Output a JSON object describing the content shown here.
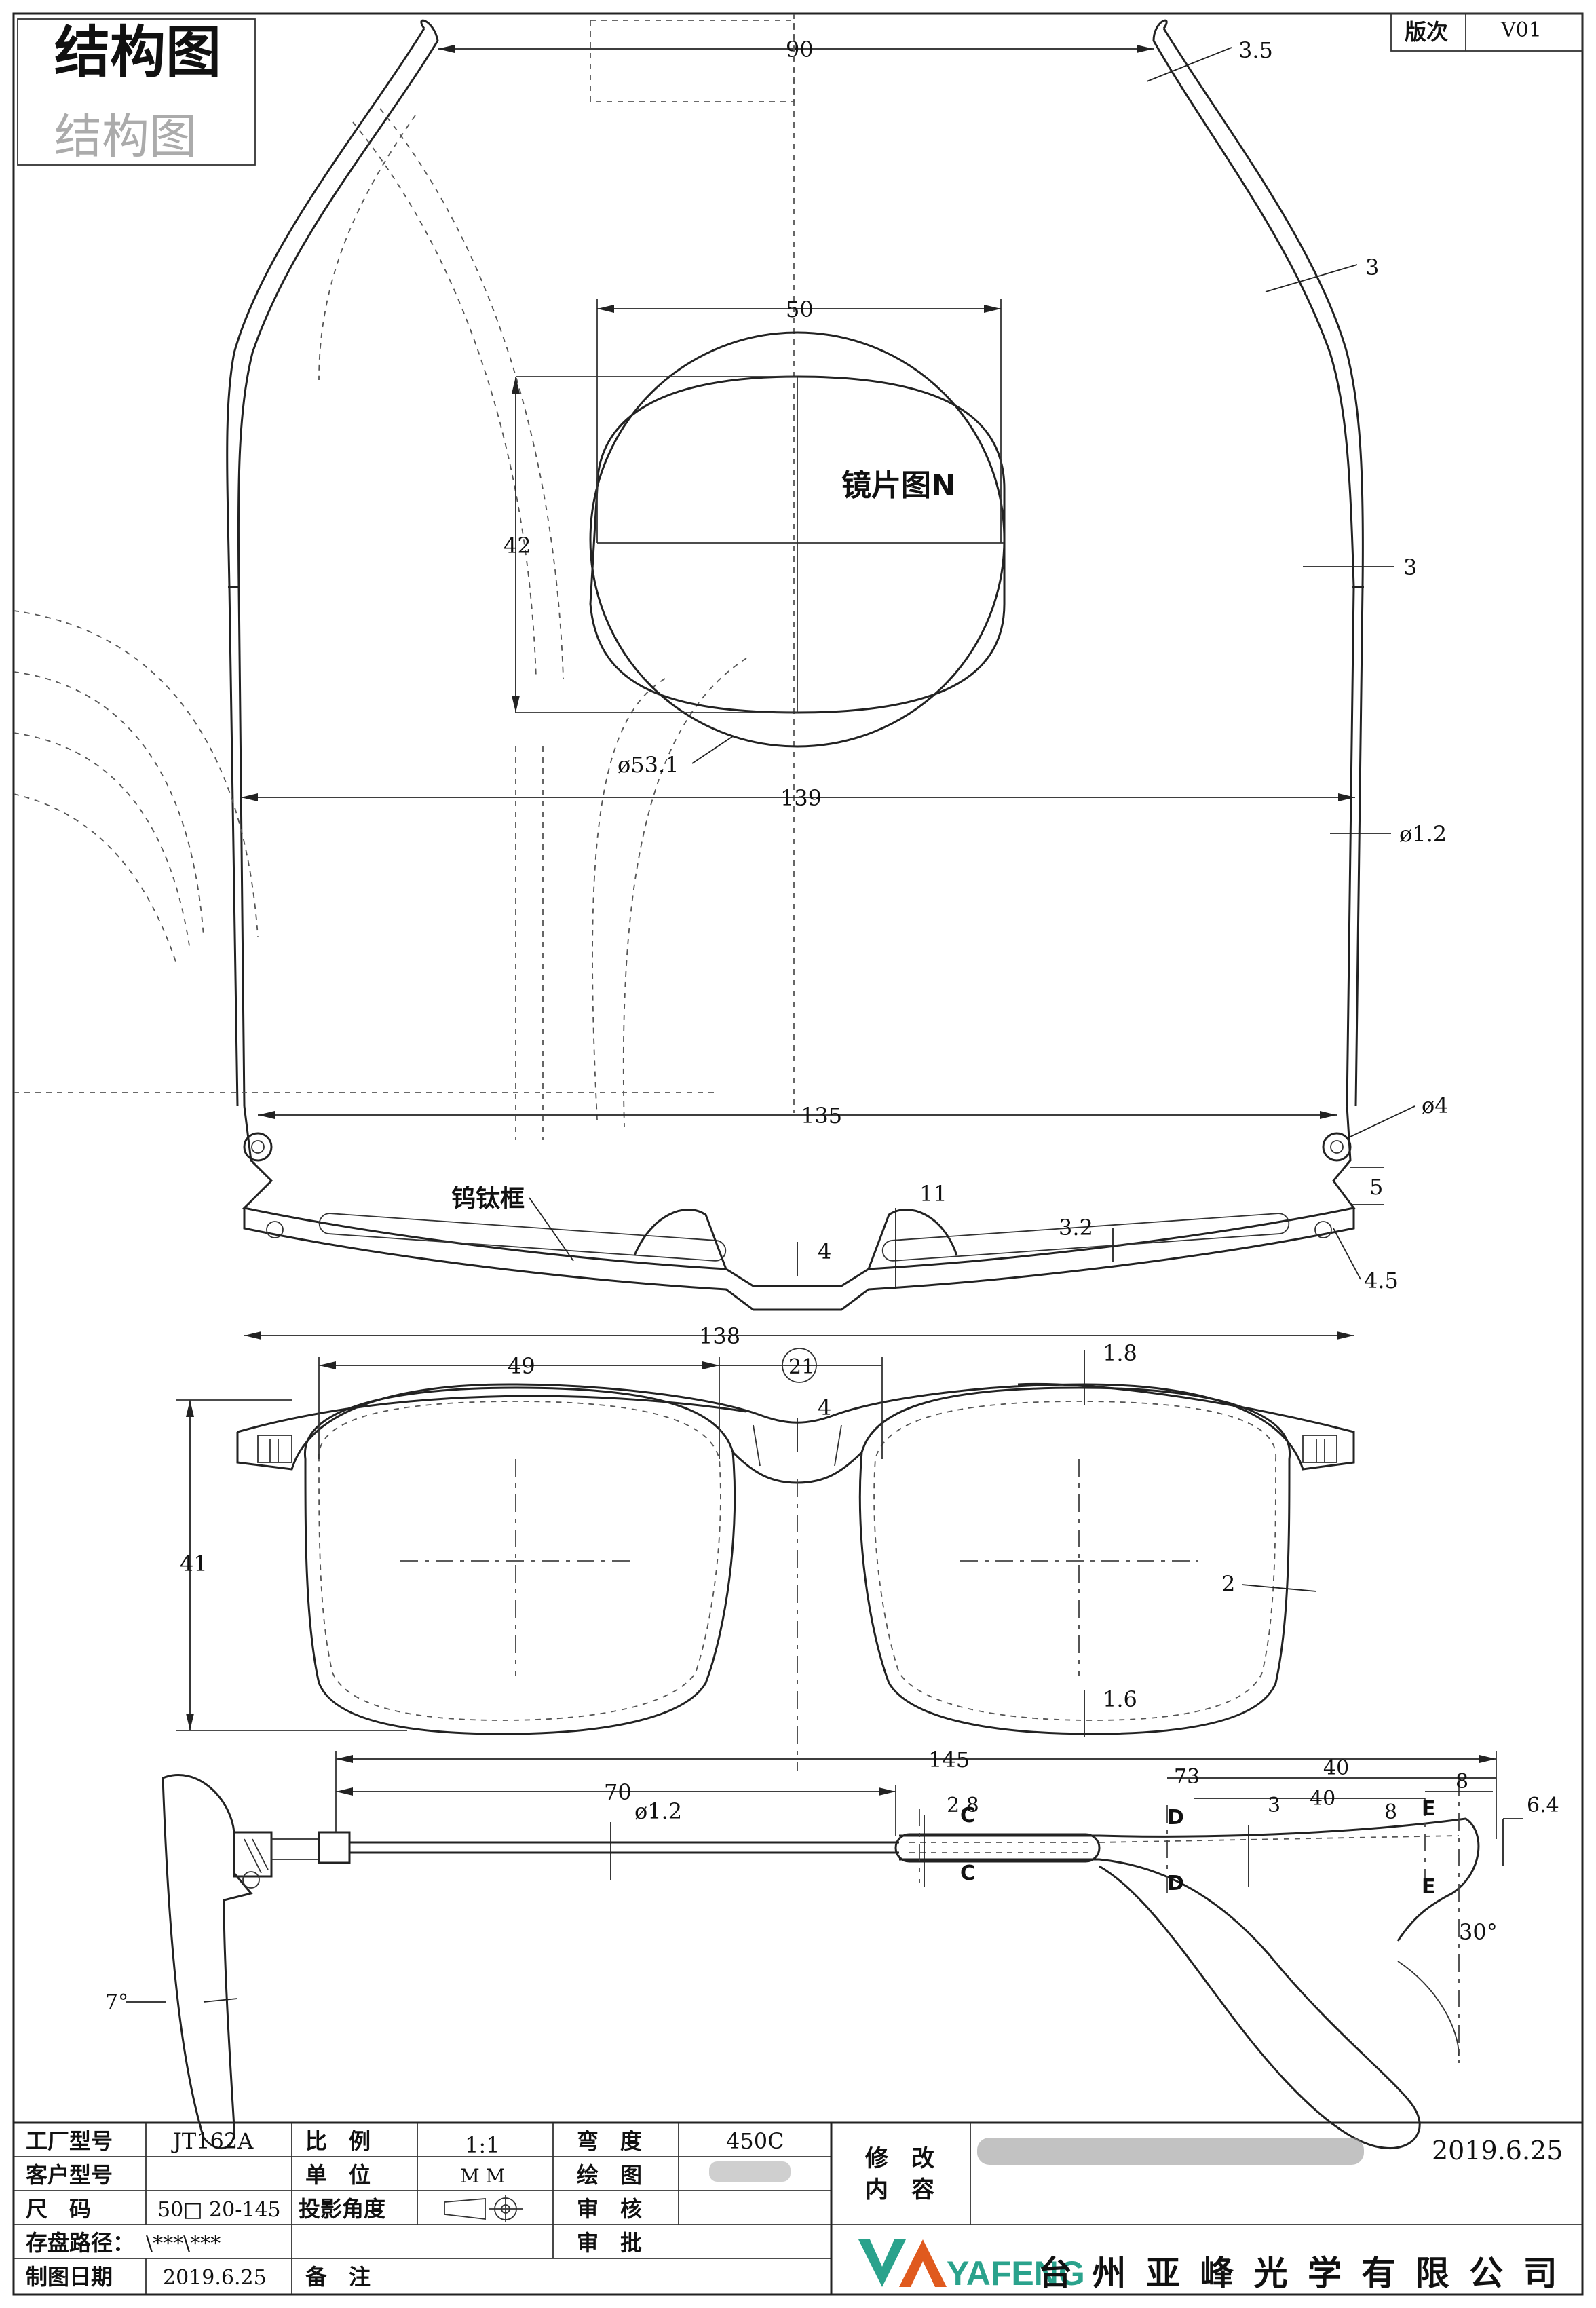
{
  "title": "结构图",
  "version": {
    "label": "版次",
    "value": "V01"
  },
  "lens_label": "镜片图N",
  "frame_material_label": "钨钛框",
  "dimensions": {
    "temple_top_width": "90",
    "temple_tip_thickness": "3.5",
    "temple_mid_thickness": "3",
    "temple_lower_thickness": "3",
    "lens_width": "50",
    "lens_height": "42",
    "lens_diameter": "ø53.1",
    "temple_span": "139",
    "wire_diameter": "ø1.2",
    "hinge_span": "135",
    "hinge_diameter": "ø4",
    "endpiece_height": "5",
    "endpiece_depth": "4.5",
    "pad_height": "11",
    "bridge_thickness_top": "4",
    "rim_thickness": "3.2",
    "front_width": "138",
    "eye_size": "49",
    "bridge_size": "21",
    "rim_top": "1.8",
    "bridge_depth_front": "4",
    "front_height": "41",
    "rim_side": "2",
    "rim_bottom": "1.6",
    "temple_length": "145",
    "wire_length": "70",
    "temple_wire_dia": "ø1.2",
    "tip_offset_73": "73",
    "tip_len_40a": "40",
    "tip_len_40b": "40",
    "tip_8a": "8",
    "tip_8b": "8",
    "tip_thick_3": "3",
    "tip_2_8": "2.8",
    "tip_6_4": "6.4",
    "bend_angle": "30°",
    "pantoscopic_angle": "7°",
    "section_c": "C",
    "section_d": "D",
    "section_e": "E"
  },
  "title_block": {
    "factory_model_label": "工厂型号",
    "factory_model_value": "JT162A",
    "scale_label": "比　例",
    "scale_value": "1:1",
    "curve_label": "弯　度",
    "curve_value": "450C",
    "customer_model_label": "客户型号",
    "unit_label": "单　位",
    "unit_value": "M M",
    "drawn_label": "绘　图",
    "size_label": "尺　码",
    "size_value": "50□ 20-145",
    "projection_label": "投影角度",
    "review_label": "审　核",
    "path_label": "存盘路径：",
    "path_value": "\\***\\***",
    "approve_label": "审　批",
    "date_label": "制图日期",
    "date_value": "2019.6.25",
    "note_label": "备　注",
    "revision_label_1": "修　改",
    "revision_label_2": "内　容",
    "revision_date": "2019.6.25",
    "logo_text": "YAFENG",
    "company_name": "台 州 亚 峰 光 学 有 限 公 司"
  }
}
